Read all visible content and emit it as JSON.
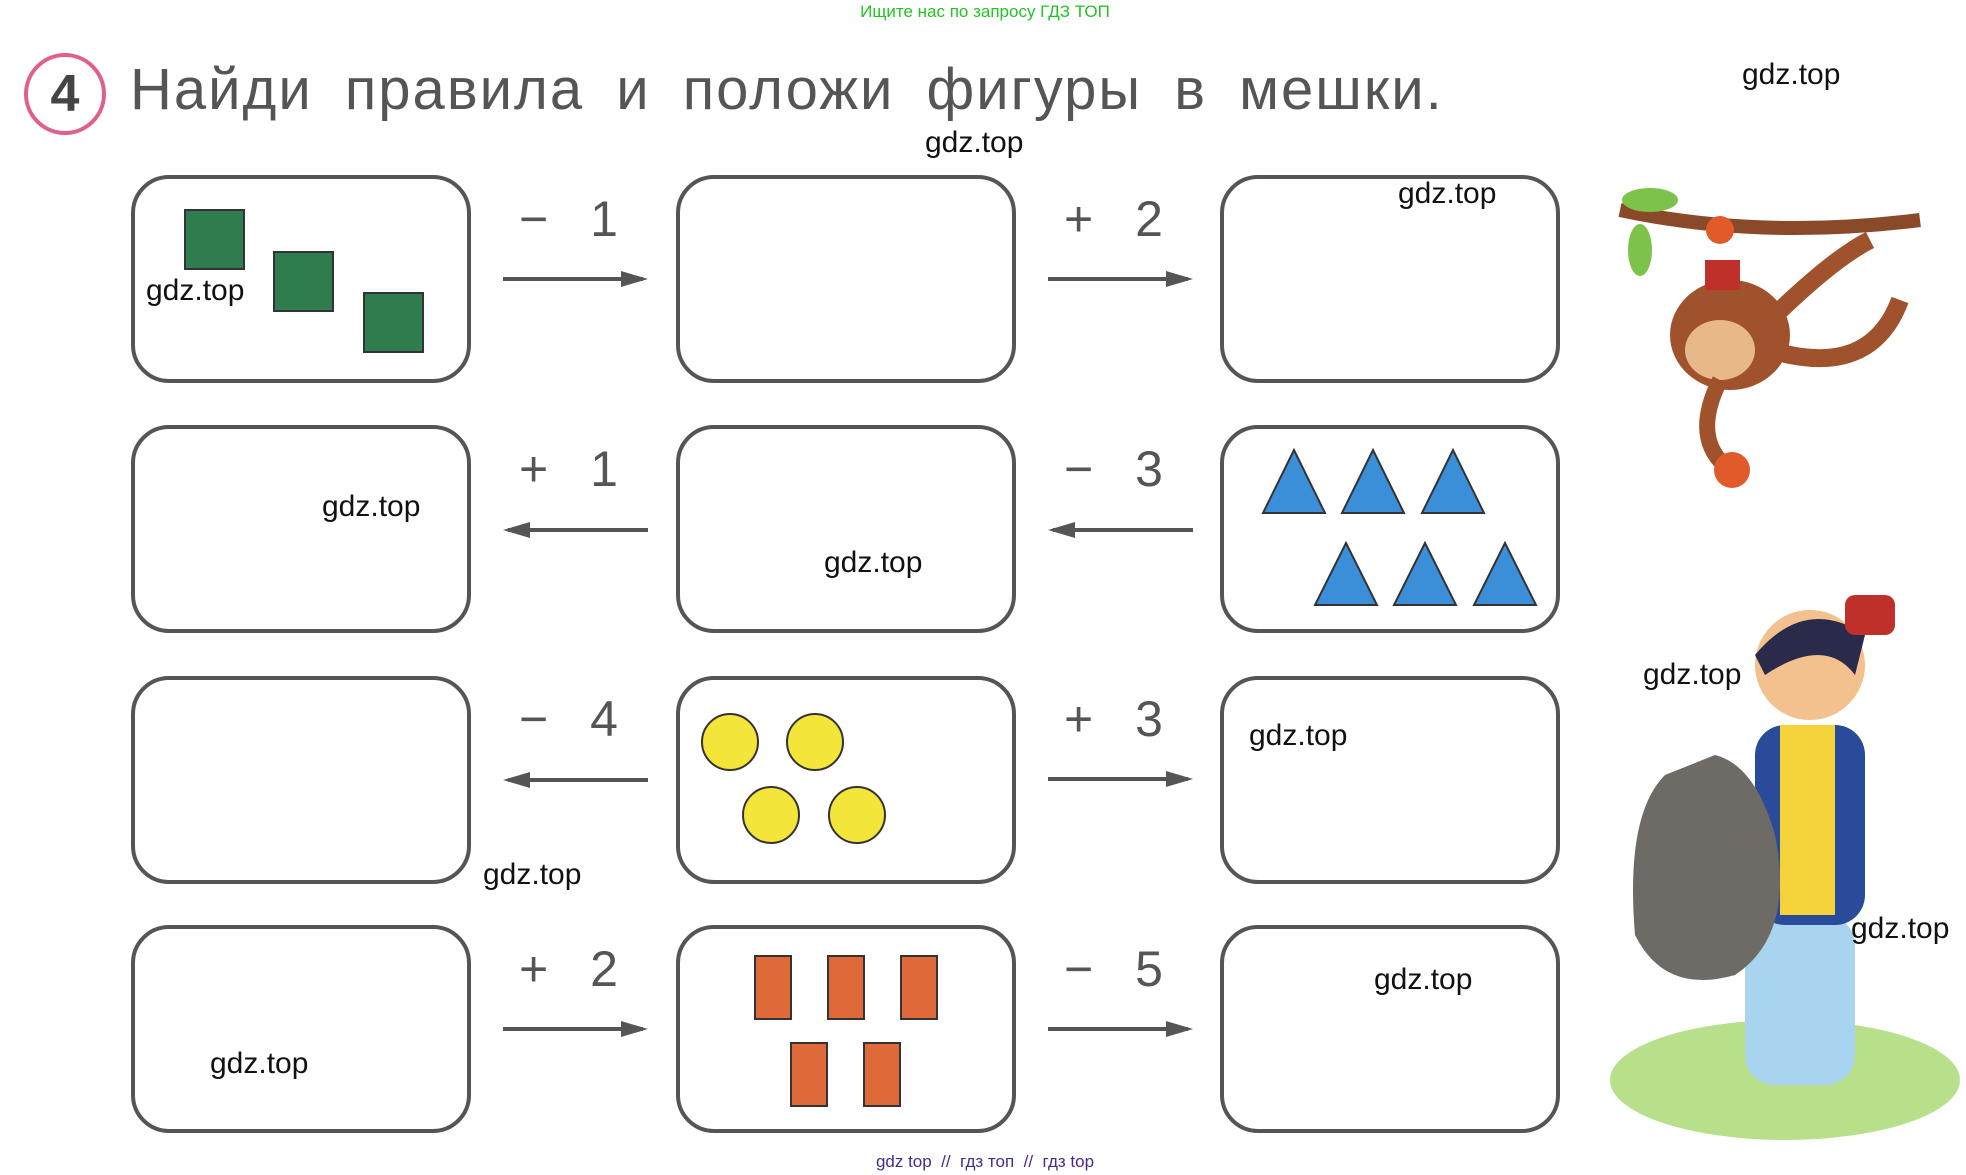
{
  "header": {
    "search_note": "Ищите нас по запросу ГДЗ ТОП",
    "task_number": "4",
    "title": "Найди правила и положи фигуры в мешки."
  },
  "operations": {
    "r1a": "− 1",
    "r1b": "+ 2",
    "r2a": "+ 1",
    "r2b": "− 3",
    "r3a": "− 4",
    "r3b": "+ 3",
    "r4a": "+ 2",
    "r4b": "− 5"
  },
  "shapes": {
    "squares": 3,
    "triangles": 6,
    "circles": 4,
    "rectangles": 5
  },
  "colors": {
    "square": "#2f7d4f",
    "triangle": "#3a8fd8",
    "circle": "#f3e53a",
    "rectangle": "#e0693a",
    "accent": "#e0608a"
  },
  "watermarks": [
    "gdz.top",
    "gdz.top",
    "gdz.top",
    "gdz.top",
    "gdz.top",
    "gdz.top",
    "gdz.top",
    "gdz.top",
    "gdz.top",
    "gdz.top",
    "gdz.top",
    "gdz.top"
  ],
  "footer": "gdz top  //  гдз топ  //  гдз top"
}
